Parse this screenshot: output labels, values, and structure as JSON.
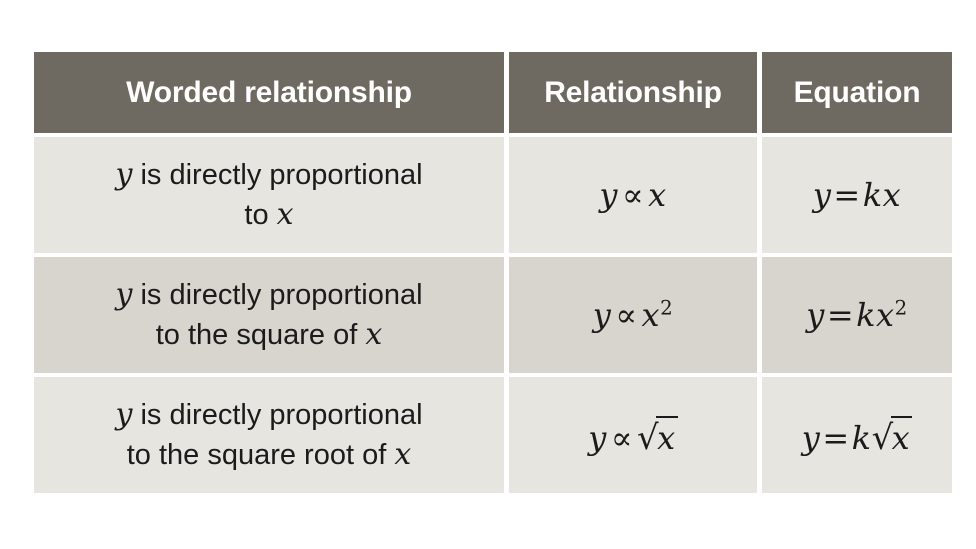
{
  "page": {
    "background_color": "#ffffff",
    "title": "Direct proportion relationships table"
  },
  "table": {
    "header_bg": "#6e6a61",
    "header_text_color": "#ffffff",
    "row_light_bg": "#e7e5e0",
    "row_dark_bg": "#d8d5ce",
    "body_text_color": "#1b1b1b",
    "columns": [
      {
        "key": "worded",
        "label": "Worded relationship"
      },
      {
        "key": "relationship",
        "label": "Relationship"
      },
      {
        "key": "equation",
        "label": "Equation"
      }
    ],
    "rows": [
      {
        "shade": "light",
        "worded": {
          "line1_var": "y",
          "line1_text": " is directly proportional",
          "line2_text": "to ",
          "line2_var": "x"
        },
        "relationship": {
          "lhs": "y",
          "operator": "∝",
          "rhs": "x",
          "rhs_exponent": "",
          "rhs_radical": false
        },
        "equation": {
          "lhs": "y",
          "operator": "=",
          "coefficient": "k",
          "rhs": "x",
          "rhs_exponent": "",
          "rhs_radical": false
        }
      },
      {
        "shade": "dark",
        "worded": {
          "line1_var": "y",
          "line1_text": " is directly proportional",
          "line2_text": "to the square of ",
          "line2_var": "x"
        },
        "relationship": {
          "lhs": "y",
          "operator": "∝",
          "rhs": "x",
          "rhs_exponent": "2",
          "rhs_radical": false
        },
        "equation": {
          "lhs": "y",
          "operator": "=",
          "coefficient": "k",
          "rhs": "x",
          "rhs_exponent": "2",
          "rhs_radical": false
        }
      },
      {
        "shade": "light",
        "worded": {
          "line1_var": "y",
          "line1_text": " is directly proportional",
          "line2_text": "to the square root of ",
          "line2_var": "x"
        },
        "relationship": {
          "lhs": "y",
          "operator": "∝",
          "rhs": "x",
          "rhs_exponent": "",
          "rhs_radical": true,
          "radical_sign": "√"
        },
        "equation": {
          "lhs": "y",
          "operator": "=",
          "coefficient": "k",
          "rhs": "x",
          "rhs_exponent": "",
          "rhs_radical": true,
          "radical_sign": "√"
        }
      }
    ]
  }
}
